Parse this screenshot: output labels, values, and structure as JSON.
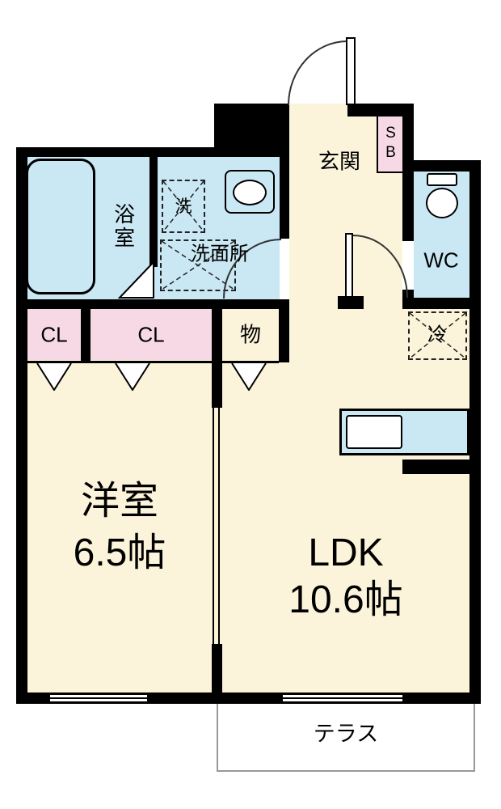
{
  "floorplan": {
    "rooms": {
      "genkan": {
        "label": "玄関"
      },
      "shoe_box": {
        "label": "SB"
      },
      "wc": {
        "label": "WC"
      },
      "bathroom": {
        "label": "浴室"
      },
      "washing_machine": {
        "label": "洗"
      },
      "washroom": {
        "label": "洗面所"
      },
      "closet_left": {
        "label": "CL"
      },
      "closet_center": {
        "label": "CL"
      },
      "storage": {
        "label": "物"
      },
      "refrigerator": {
        "label": "冷"
      },
      "western_room": {
        "label": "洋室",
        "size": "6.5帖"
      },
      "ldk": {
        "label": "LDK",
        "size": "10.6帖"
      },
      "terrace": {
        "label": "テラス"
      }
    },
    "colors": {
      "floor": "#fcf4da",
      "wet_area": "#c9e8f4",
      "closet": "#f7d9e6",
      "wall": "#000000"
    }
  }
}
